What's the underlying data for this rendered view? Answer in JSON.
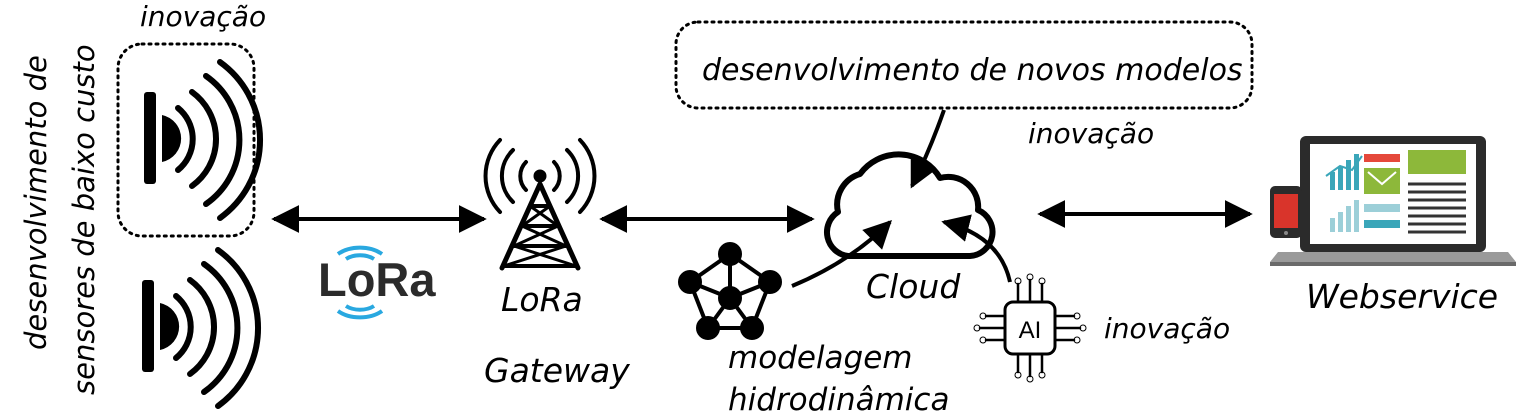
{
  "left_vertical": {
    "line1": "desenvolvimento de",
    "line2": "sensores de baixo custo"
  },
  "sensor_top_label": "inovação",
  "lora_logo": {
    "text": "LoRa",
    "wave_color": "#29a8e0"
  },
  "gateway": {
    "line1": "LoRa",
    "line2": "Gateway"
  },
  "models_box": "desenvolvimento de novos modelos",
  "cloud_innovation": "inovação",
  "cloud_label": "Cloud",
  "hydro": {
    "line1": "modelagem",
    "line2": "hidrodinâmica"
  },
  "ai": {
    "chip_text": "AI",
    "label": "inovação"
  },
  "webservice_label": "Webservice",
  "colors": {
    "ink": "#000000",
    "laptop_frame": "#2b2b2b",
    "screen_bg": "#ffffff",
    "chart_teal": "#3aa6b9",
    "accent_red": "#e5483b",
    "accent_green": "#8db83a",
    "phone_red": "#d9342b"
  },
  "icons": [
    "sensor-wave-icon",
    "lora-logo",
    "antenna-tower-icon",
    "network-graph-icon",
    "cloud-icon",
    "ai-chip-icon",
    "laptop-icon",
    "phone-icon"
  ]
}
